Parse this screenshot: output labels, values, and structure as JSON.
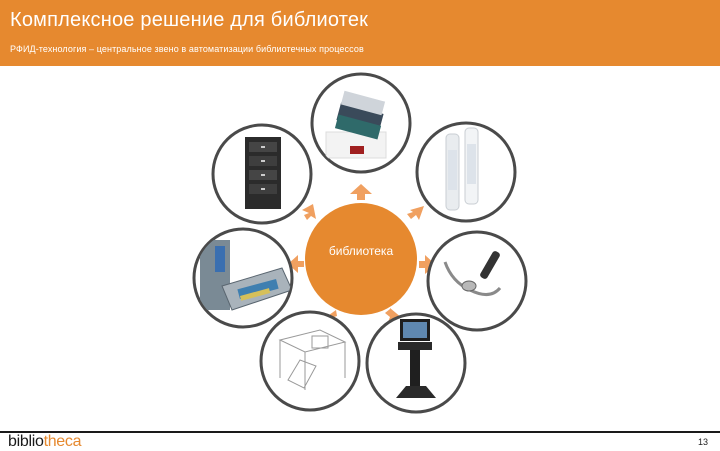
{
  "header": {
    "title": "Комплексное решение для библиотек",
    "subtitle": "РФИД-технология – центральное звено в автоматизации библиотечных процессов"
  },
  "diagram": {
    "center_label": "библиотека",
    "nodes": [
      "rfid-tags-stack",
      "security-gates",
      "handheld-reader",
      "self-service-kiosk",
      "staff-workstation",
      "automated-sorter",
      "book-drop-cabinet"
    ]
  },
  "footer": {
    "logo_part1": "biblio",
    "logo_part2": "theca",
    "page_number": "13"
  },
  "colors": {
    "accent": "#e6892f",
    "ring": "#4a4a4a",
    "arrow": "#f0a060"
  }
}
